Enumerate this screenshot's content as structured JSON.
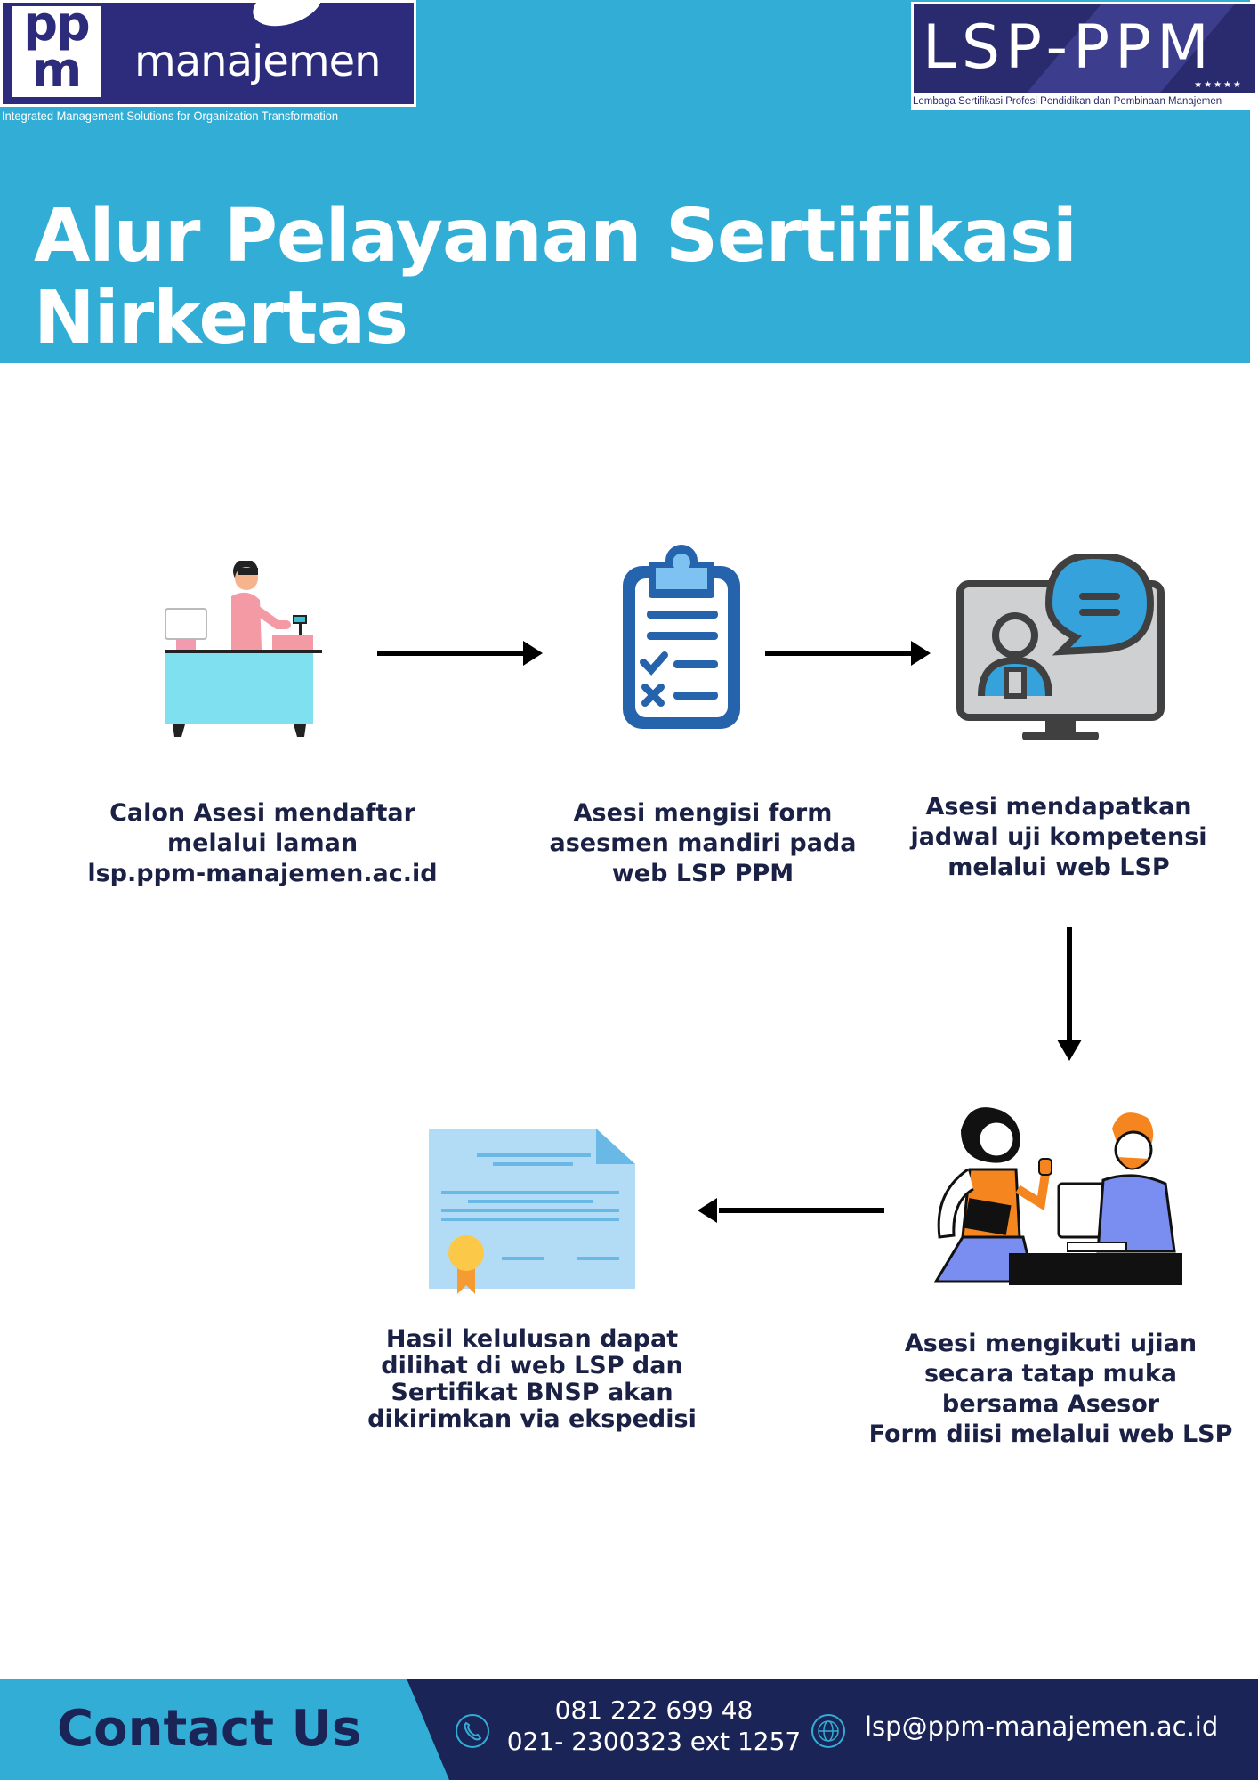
{
  "header": {
    "logo_left": {
      "mark": "pp m",
      "wordmark": "manajemen",
      "tagline": "Integrated Management Solutions for Organization Transformation"
    },
    "logo_right": {
      "wordmark": "LSP-PPM",
      "stars": "★★★★★",
      "tagline": "Lembaga Sertifikasi Profesi Pendidikan dan Pembinaan Manajemen"
    },
    "title_line1": "Alur Pelayanan Sertifikasi",
    "title_line2": "Nirkertas",
    "background_color": "#32aed6"
  },
  "steps": [
    {
      "icon": "desk-registration-icon",
      "lines": [
        "Calon Asesi mendaftar",
        "melalui laman",
        "lsp.ppm-manajemen.ac.id"
      ]
    },
    {
      "icon": "clipboard-checklist-icon",
      "lines": [
        "Asesi mengisi form",
        "asesmen mandiri pada",
        "web LSP PPM"
      ]
    },
    {
      "icon": "monitor-chat-icon",
      "lines": [
        "Asesi mendapatkan",
        "jadwal uji kompetensi",
        "melalui web LSP"
      ]
    },
    {
      "icon": "assessment-meeting-icon",
      "lines": [
        "Asesi mengikuti ujian",
        "secara tatap muka",
        "bersama Asesor",
        "Form diisi melalui web LSP"
      ]
    },
    {
      "icon": "certificate-icon",
      "lines": [
        "Hasil kelulusan dapat",
        "dilihat di web LSP dan",
        "Sertifikat BNSP akan",
        "dikirimkan via ekspedisi"
      ]
    }
  ],
  "footer": {
    "title": "Contact Us",
    "phone_icon": "phone-icon",
    "phone_1": "081 222 699 48",
    "phone_2": "021- 2300323 ext 1257",
    "web_icon": "globe-icon",
    "email": "lsp@ppm-manajemen.ac.id",
    "dark_color": "#1b2456"
  }
}
